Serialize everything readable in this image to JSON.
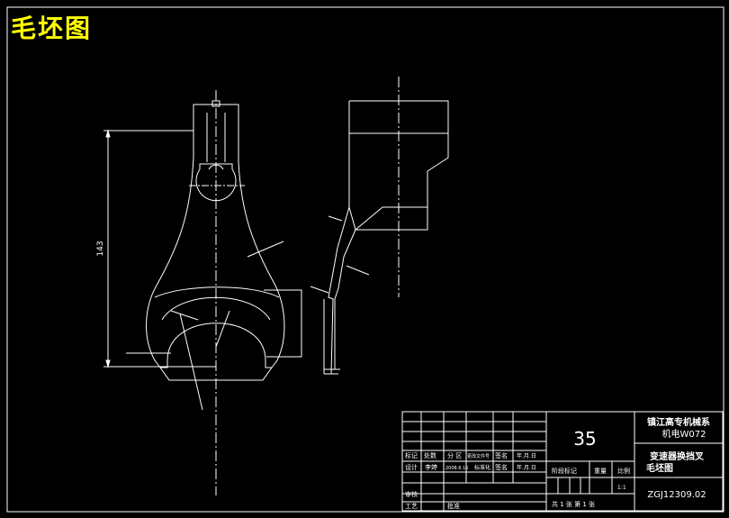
{
  "heading": "毛坯图",
  "dimensions": {
    "height": "143"
  },
  "title_block": {
    "material": "35",
    "school": "镇江高专机械系",
    "class_code": "机电W072",
    "part_name": "变速器换挡叉",
    "drawing_type": "毛坯图",
    "drawing_number": "ZGJ12309.02",
    "scale": "1:1",
    "sheet_info": "共 1 张   第 1 张",
    "cells": {
      "mark": "标记",
      "count": "处数",
      "zone": "分 区",
      "change_doc": "更改文件号",
      "signature": "签名",
      "date": "年.月.日",
      "design": "设计",
      "designer": "李婷",
      "design_date": "2008.6.15",
      "standardize": "标准化",
      "std_signature": "签名",
      "std_date": "年.月.日",
      "stage_mark": "阶段标记",
      "weight": "重量",
      "ratio": "比例",
      "review": "审核",
      "process": "工艺",
      "approve": "批准"
    }
  }
}
